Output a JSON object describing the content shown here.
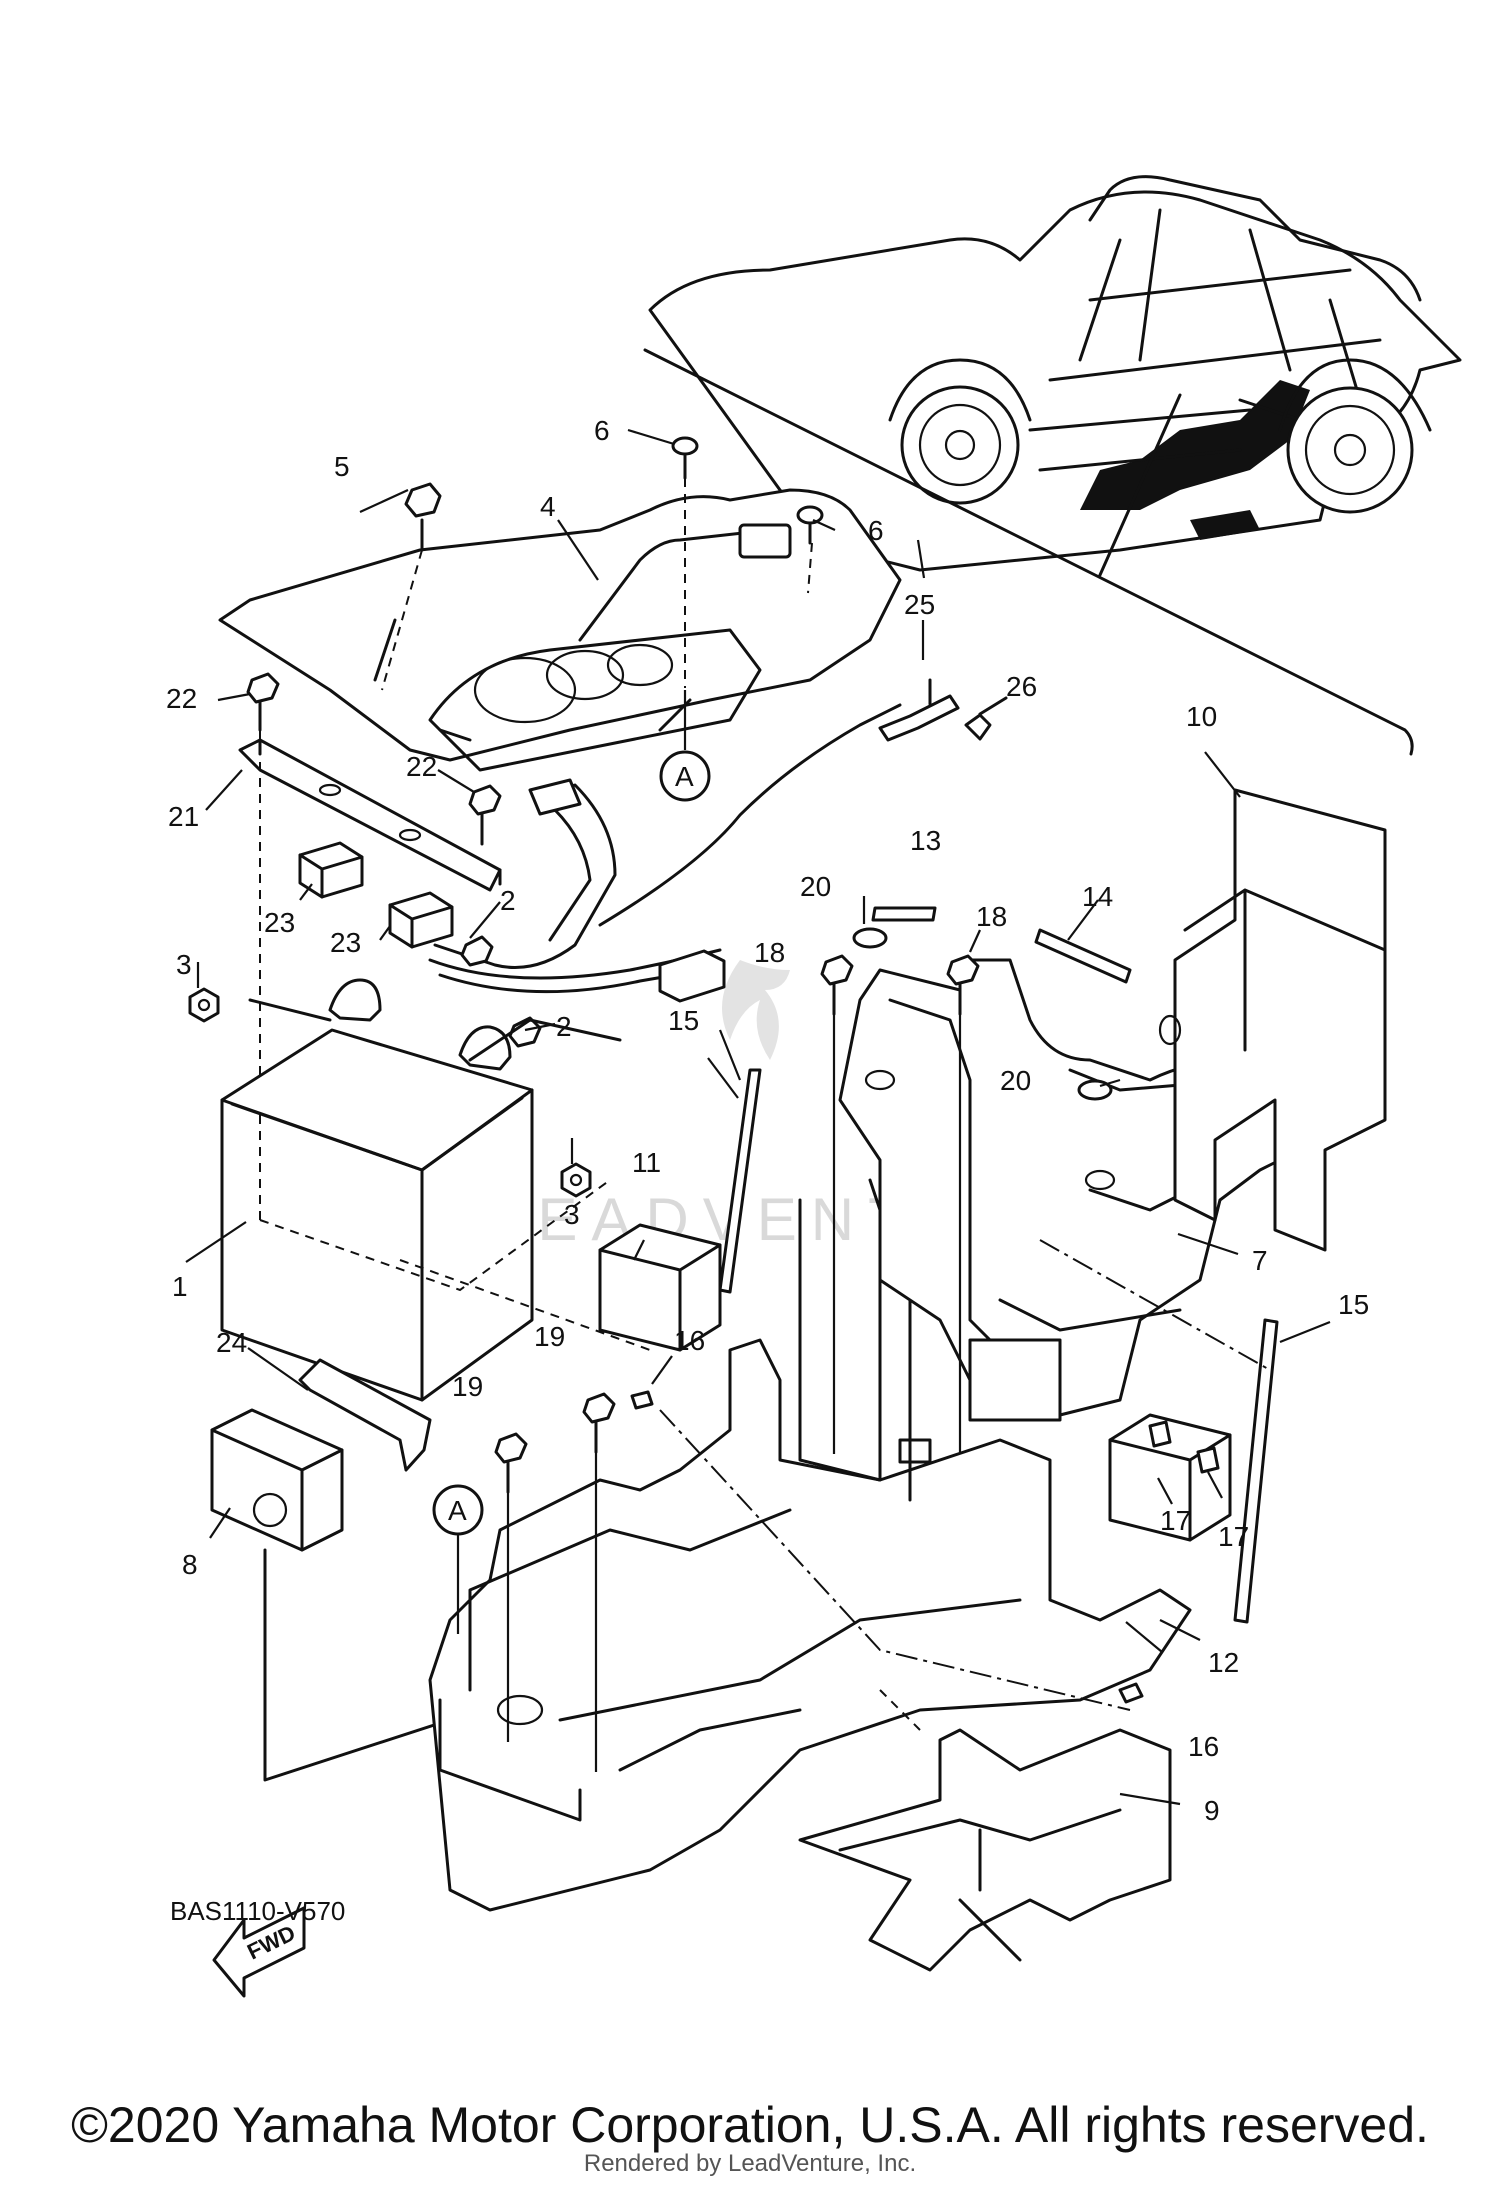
{
  "diagram": {
    "code": "BAS1110-V570",
    "fwd_label": "FWD",
    "watermark": "LEADVENTURE",
    "ref_marker": "A",
    "callouts": {
      "c1": "1",
      "c2a": "2",
      "c2b": "2",
      "c3a": "3",
      "c3b": "3",
      "c4": "4",
      "c5": "5",
      "c6a": "6",
      "c6b": "6",
      "c7": "7",
      "c8": "8",
      "c9": "9",
      "c10": "10",
      "c11": "11",
      "c12": "12",
      "c13": "13",
      "c14": "14",
      "c15a": "15",
      "c15b": "15",
      "c16a": "16",
      "c16b": "16",
      "c17a": "17",
      "c17b": "17",
      "c18a": "18",
      "c18b": "18",
      "c19a": "19",
      "c19b": "19",
      "c20a": "20",
      "c20b": "20",
      "c21": "21",
      "c22a": "22",
      "c22b": "22",
      "c23a": "23",
      "c23b": "23",
      "c24": "24",
      "c25": "25",
      "c26": "26"
    }
  },
  "footer": {
    "copyright": "©2020 Yamaha Motor Corporation, U.S.A. All rights reserved.",
    "rendered_by": "Rendered by LeadVenture, Inc."
  }
}
